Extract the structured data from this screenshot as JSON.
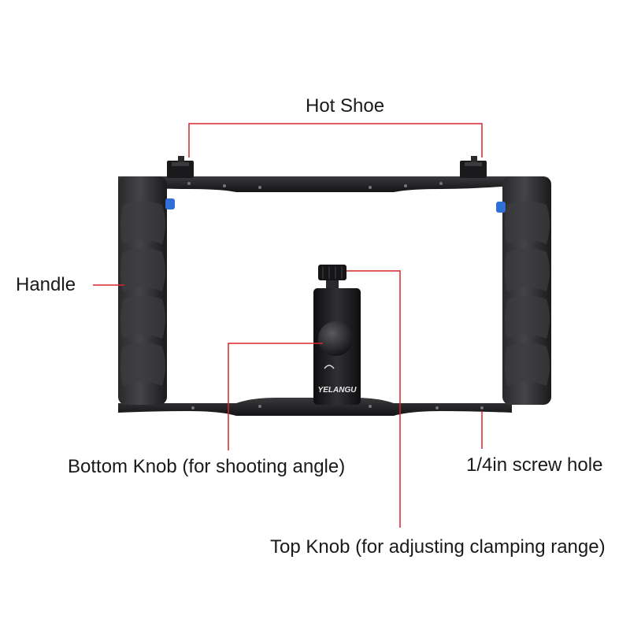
{
  "labels": {
    "hot_shoe": "Hot Shoe",
    "handle": "Handle",
    "bottom_knob": "Bottom Knob (for shooting angle)",
    "screw_hole": "1/4in screw hole",
    "top_knob": "Top Knob (for adjusting clamping range)"
  },
  "brand": "YELANGU",
  "colors": {
    "leader_line": "#d8262b",
    "text": "#1a1a1a",
    "frame": "#1c1c1e",
    "accent_blue": "#2f6fd6"
  }
}
